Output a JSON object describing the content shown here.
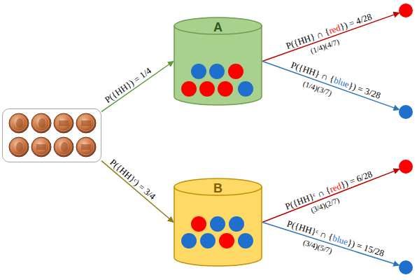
{
  "diagram": {
    "nodes": [
      {
        "text": []
      },
      {
        "text": [
          "A"
        ]
      },
      {
        "text": [
          "B"
        ]
      },
      {
        "text": []
      },
      {
        "text": []
      },
      {
        "text": []
      },
      {
        "text": []
      }
    ],
    "edges": [
      {
        "from": 0,
        "to": 1,
        "arrow": "to",
        "label": "P({HH}) = 1/4"
      },
      {
        "from": 0,
        "to": 2,
        "arrow": "to",
        "label": "P({HH}ᶜ) = 3/4"
      },
      {
        "from": 1,
        "to": 3,
        "arrow": "to",
        "label": "P({HH} ∩ {red}) = 4/28"
      },
      {
        "from": 1,
        "to": 4,
        "arrow": "to",
        "label": "P({HH} ∩ {blue}) = 3/28"
      },
      {
        "from": 2,
        "to": 5,
        "arrow": "to",
        "label": "P({HH}ᶜ ∩ {red}) = 6/28"
      },
      {
        "from": 2,
        "to": 6,
        "arrow": "to",
        "label": "P({HH}ᶜ ∩ {blue}) = 15/28"
      }
    ],
    "labels": [
      "(1/4)(4/7)",
      "(1/4)(3/7)",
      "(3/4)(2/7)",
      "(3/4)(5/7)"
    ]
  }
}
